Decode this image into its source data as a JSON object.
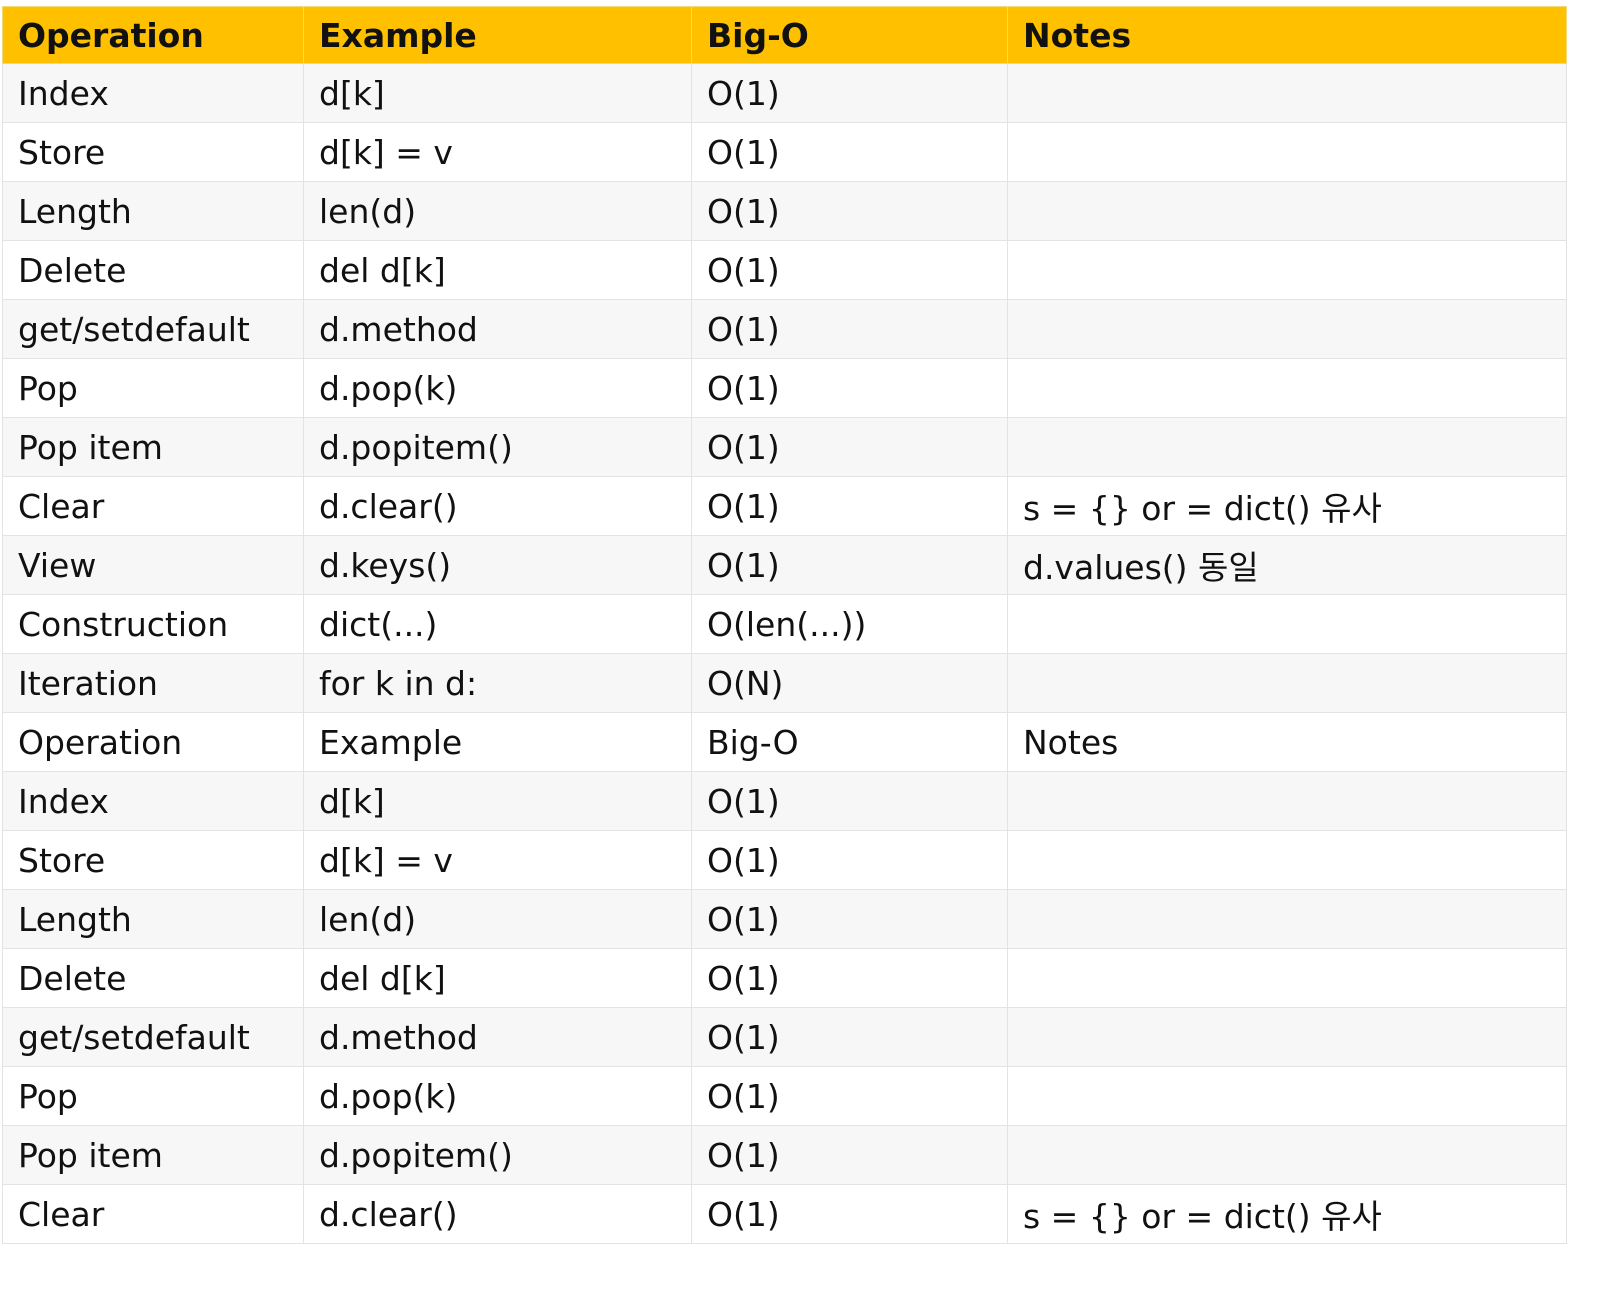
{
  "table": {
    "headers": [
      "Operation",
      "Example",
      "Big-O",
      "Notes"
    ],
    "rows": [
      [
        "Index",
        "d[k]",
        "O(1)",
        ""
      ],
      [
        "Store",
        "d[k]  =  v",
        "O(1)",
        ""
      ],
      [
        "Length",
        "len(d)",
        "O(1)",
        ""
      ],
      [
        "Delete",
        "del  d[k]",
        "O(1)",
        ""
      ],
      [
        "get/setdefault",
        "d.method",
        "O(1)",
        ""
      ],
      [
        "Pop",
        "d.pop(k)",
        "O(1)",
        ""
      ],
      [
        "Pop  item",
        "d.popitem()",
        "O(1)",
        ""
      ],
      [
        "Clear",
        "d.clear()",
        "O(1)",
        "s  =  {}  or  =  dict()  유사"
      ],
      [
        "View",
        "d.keys()",
        "O(1)",
        "d.values()  동일"
      ],
      [
        "Construction",
        "dict(...)",
        "O(len(...))",
        ""
      ],
      [
        "Iteration",
        "for  k  in  d:",
        "O(N)",
        ""
      ],
      [
        "Operation",
        "Example",
        "Big-O",
        "Notes"
      ],
      [
        "Index",
        "d[k]",
        "O(1)",
        ""
      ],
      [
        "Store",
        "d[k]  =  v",
        "O(1)",
        ""
      ],
      [
        "Length",
        "len(d)",
        "O(1)",
        ""
      ],
      [
        "Delete",
        "del  d[k]",
        "O(1)",
        ""
      ],
      [
        "get/setdefault",
        "d.method",
        "O(1)",
        ""
      ],
      [
        "Pop",
        "d.pop(k)",
        "O(1)",
        ""
      ],
      [
        "Pop  item",
        "d.popitem()",
        "O(1)",
        ""
      ],
      [
        "Clear",
        "d.clear()",
        "O(1)",
        "s  =  {}  or  =  dict()  유사"
      ]
    ]
  },
  "colors": {
    "header_bg": "#ffc000",
    "row_alt_bg": "#f7f7f7",
    "row_bg": "#ffffff",
    "border": "#e3e3e3"
  }
}
